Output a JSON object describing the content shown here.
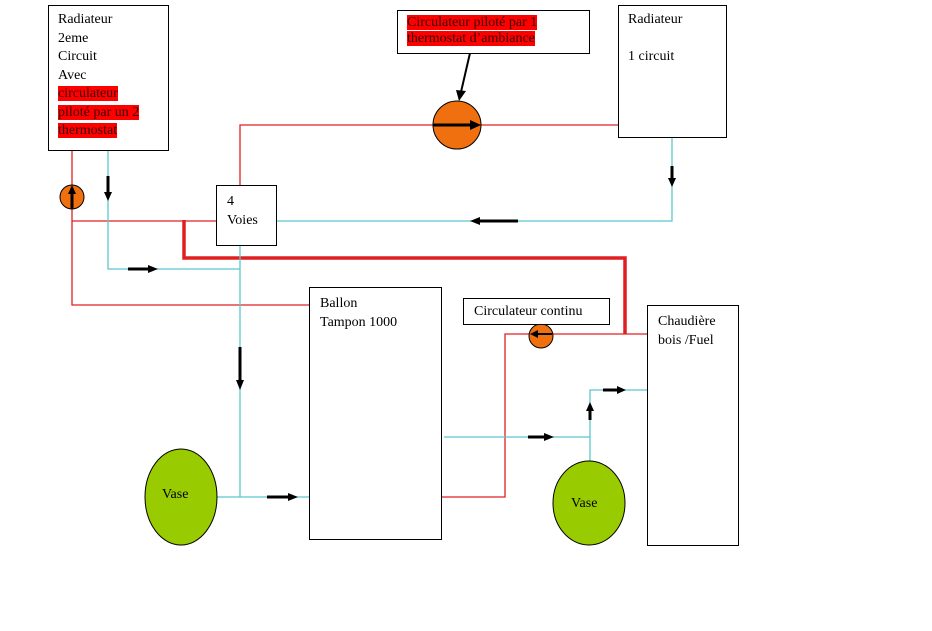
{
  "colors": {
    "supply_pipe": "#e02020",
    "return_pipe": "#5ac8d0",
    "pump_fill": "#f07010",
    "vessel_fill": "#99cc00",
    "highlight": "#ff0000",
    "arrow": "#000000"
  },
  "boxes": {
    "radiator_circuit2": {
      "lines": [
        "Radiateur",
        "2eme",
        "Circuit",
        "Avec"
      ],
      "highlighted_lines": [
        "circulateur",
        "piloté par un 2",
        "thermostat"
      ]
    },
    "pump1_note": {
      "highlighted_lines": [
        "Circulateur piloté par 1",
        "thermostat d’ambiance"
      ]
    },
    "radiator_circuit1": {
      "lines": [
        "Radiateur",
        "",
        "1 circuit"
      ]
    },
    "four_way_valve": {
      "lines": [
        "4",
        "Voies"
      ]
    },
    "buffer_tank": {
      "lines": [
        "Ballon",
        "Tampon 1000"
      ]
    },
    "continuous_pump_note": {
      "lines": [
        "Circulateur continu"
      ]
    },
    "boiler": {
      "lines": [
        "Chaudière",
        "bois /Fuel"
      ]
    }
  },
  "vessels": {
    "left": "Vase",
    "right": "Vase"
  }
}
